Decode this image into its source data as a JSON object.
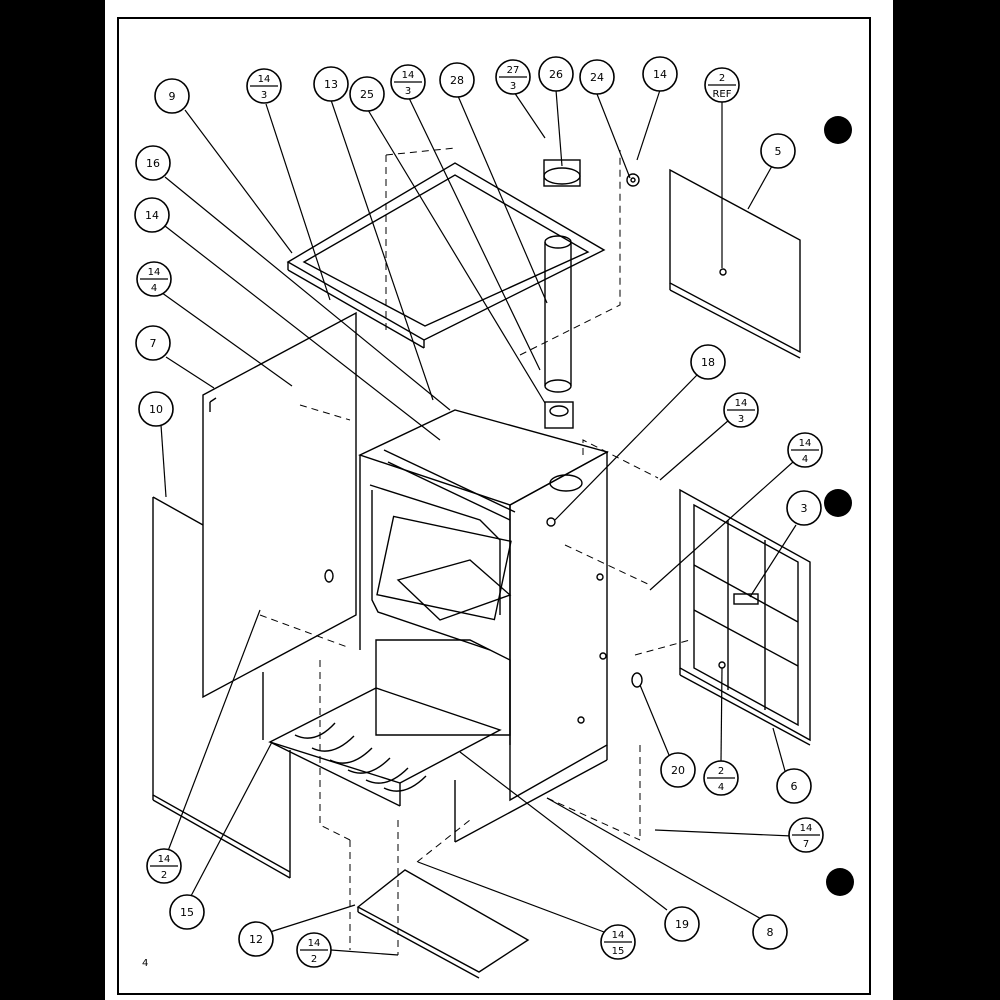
{
  "diagram": {
    "page_number": "4",
    "callouts": [
      {
        "id": "c9",
        "kind": "single",
        "num": "9"
      },
      {
        "id": "c14-3a",
        "kind": "fraction",
        "top": "14",
        "bottom": "3"
      },
      {
        "id": "c13",
        "kind": "single",
        "num": "13"
      },
      {
        "id": "c25",
        "kind": "single",
        "num": "25"
      },
      {
        "id": "c14-3b",
        "kind": "fraction",
        "top": "14",
        "bottom": "3"
      },
      {
        "id": "c28",
        "kind": "single",
        "num": "28"
      },
      {
        "id": "c27-3",
        "kind": "fraction",
        "top": "27",
        "bottom": "3"
      },
      {
        "id": "c26",
        "kind": "single",
        "num": "26"
      },
      {
        "id": "c24",
        "kind": "single",
        "num": "24"
      },
      {
        "id": "c14a",
        "kind": "single",
        "num": "14"
      },
      {
        "id": "c2-ref",
        "kind": "fraction",
        "top": "2",
        "bottom": "REF"
      },
      {
        "id": "c5",
        "kind": "single",
        "num": "5"
      },
      {
        "id": "c16",
        "kind": "single",
        "num": "16"
      },
      {
        "id": "c14b",
        "kind": "single",
        "num": "14"
      },
      {
        "id": "c14-4a",
        "kind": "fraction",
        "top": "14",
        "bottom": "4"
      },
      {
        "id": "c7",
        "kind": "single",
        "num": "7"
      },
      {
        "id": "c10",
        "kind": "single",
        "num": "10"
      },
      {
        "id": "c18",
        "kind": "single",
        "num": "18"
      },
      {
        "id": "c14-3c",
        "kind": "fraction",
        "top": "14",
        "bottom": "3"
      },
      {
        "id": "c14-4b",
        "kind": "fraction",
        "top": "14",
        "bottom": "4"
      },
      {
        "id": "c3",
        "kind": "single",
        "num": "3"
      },
      {
        "id": "c20",
        "kind": "single",
        "num": "20"
      },
      {
        "id": "c2-4",
        "kind": "fraction",
        "top": "2",
        "bottom": "4"
      },
      {
        "id": "c6",
        "kind": "single",
        "num": "6"
      },
      {
        "id": "c14-7",
        "kind": "fraction",
        "top": "14",
        "bottom": "7"
      },
      {
        "id": "c14-2a",
        "kind": "fraction",
        "top": "14",
        "bottom": "2"
      },
      {
        "id": "c15",
        "kind": "single",
        "num": "15"
      },
      {
        "id": "c19",
        "kind": "single",
        "num": "19"
      },
      {
        "id": "c8",
        "kind": "single",
        "num": "8"
      },
      {
        "id": "c12",
        "kind": "single",
        "num": "12"
      },
      {
        "id": "c14-2b",
        "kind": "fraction",
        "top": "14",
        "bottom": "2"
      },
      {
        "id": "c14-15",
        "kind": "fraction",
        "top": "14",
        "bottom": "15"
      }
    ]
  }
}
